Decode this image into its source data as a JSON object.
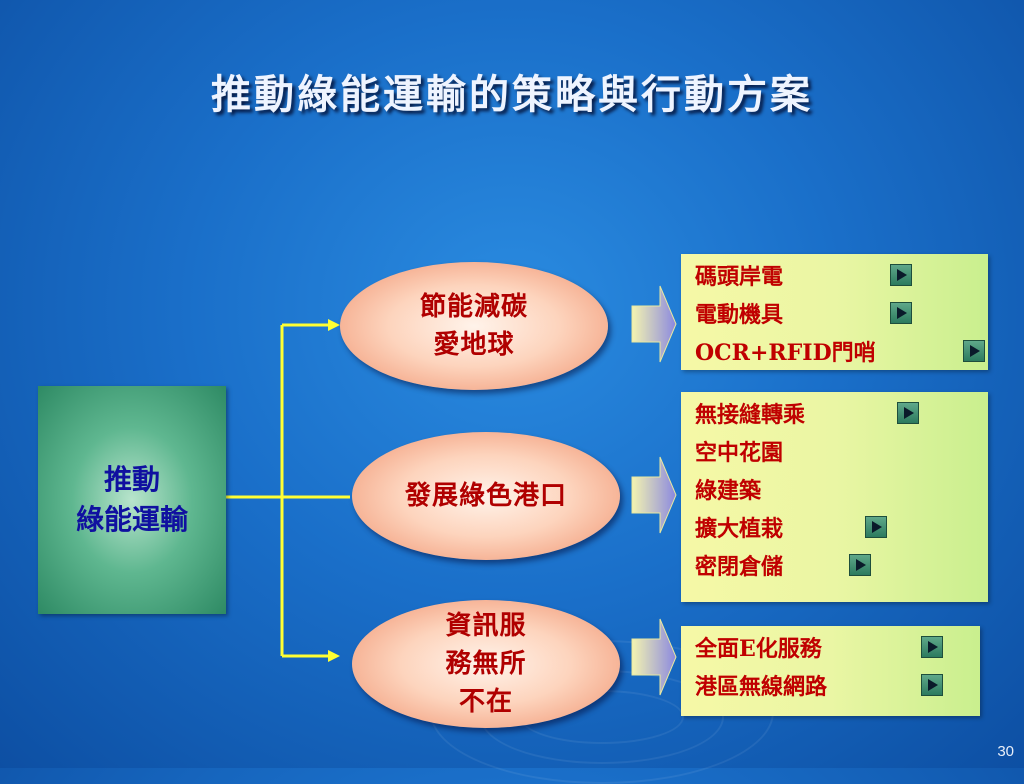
{
  "title": "推動綠能運輸的策略與行動方案",
  "root": {
    "line1": "推動",
    "line2": "綠能運輸"
  },
  "strategies": [
    {
      "lines": [
        "節能減碳",
        "愛地球"
      ]
    },
    {
      "lines": [
        "發展綠色港口"
      ]
    },
    {
      "lines": [
        "資訊服",
        "務無所",
        "不在"
      ]
    }
  ],
  "actions": [
    [
      "碼頭岸電",
      "電動機具",
      "OCR+RFID門哨"
    ],
    [
      "無接縫轉乘",
      "空中花園",
      "綠建築",
      "擴大植栽",
      "密閉倉儲"
    ],
    [
      "全面E化服務",
      "港區無線網路"
    ]
  ],
  "colors": {
    "background": "#1a6fc9",
    "title": "#eef4ff",
    "root_text": "#1010a0",
    "strategy_text": "#b00000",
    "action_text": "#c00000",
    "connector": "#ffff33"
  },
  "icons": {
    "link_button": "play-triangle-icon"
  },
  "page_number": "30"
}
